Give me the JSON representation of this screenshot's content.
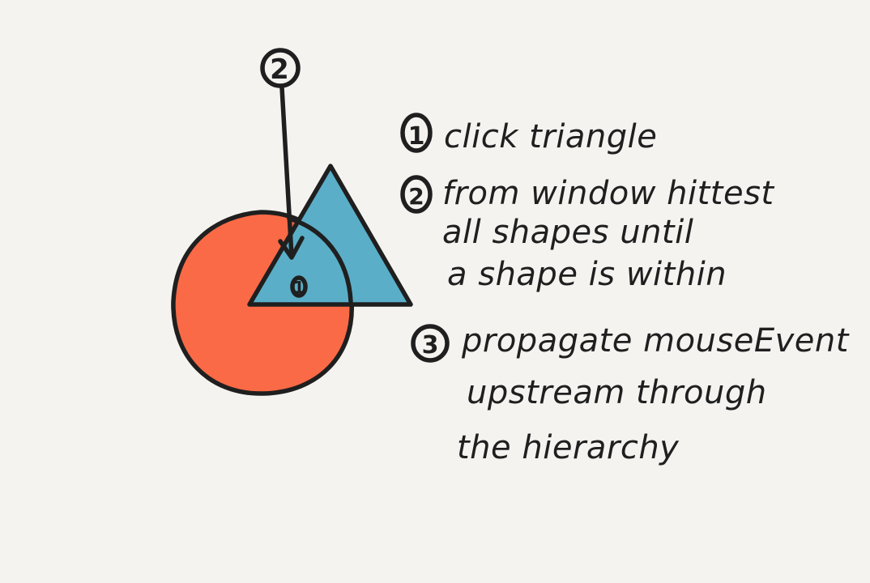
{
  "colors": {
    "background": "#f4f3f0",
    "ink": "#1f1f1f",
    "circle_fill": "#fb6a46",
    "triangle_fill": "#5aaec8"
  },
  "diagram": {
    "marker_two": "2",
    "marker_one": "1",
    "steps": [
      {
        "number": "1",
        "lines": [
          "click triangle"
        ]
      },
      {
        "number": "2",
        "lines": [
          "from window hittest",
          "all shapes until",
          "a shape is within"
        ]
      },
      {
        "number": "3",
        "lines": [
          "propagate mouseEvent",
          "upstream through",
          "the hierarchy"
        ]
      }
    ]
  }
}
